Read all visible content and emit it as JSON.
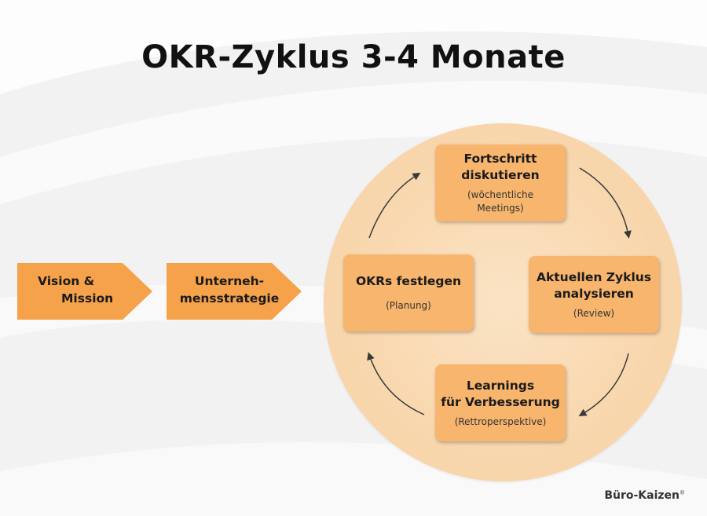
{
  "title": "OKR-Zyklus 3-4 Monate",
  "flow": [
    {
      "line1": "Vision &",
      "line2": "Mission"
    },
    {
      "line1": "Unterneh-",
      "line2": "mensstrategie"
    }
  ],
  "cycle": {
    "top": {
      "title": "Fortschritt\ndiskutieren",
      "sub": "(wöchentliche\nMeetings)"
    },
    "right": {
      "title": "Aktuellen Zyklus\nanalysieren",
      "sub": "(Review)"
    },
    "bottom": {
      "title": "Learnings\nfür Verbesserung",
      "sub": "(Rettroperspektive)"
    },
    "left": {
      "title": "OKRs festlegen",
      "sub": "(Planung)"
    }
  },
  "brand": {
    "name": "Büro-Kaizen",
    "mark": "®"
  },
  "colors": {
    "accent": "#f5a24a",
    "card": "#f7b56e",
    "circle": "#f8d5aa"
  }
}
